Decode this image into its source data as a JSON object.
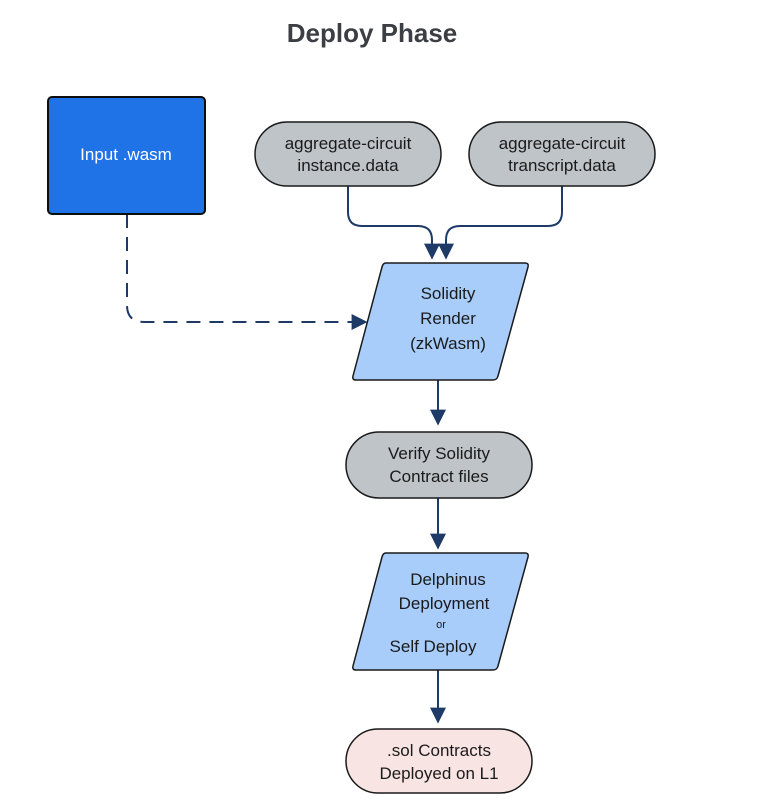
{
  "title": "Deploy Phase",
  "nodes": {
    "input_wasm": {
      "label": "Input .wasm"
    },
    "instance_data": {
      "line1": "aggregate-circuit",
      "line2": "instance.data"
    },
    "transcript_data": {
      "line1": "aggregate-circuit",
      "line2": "transcript.data"
    },
    "solidity_render": {
      "line1": "Solidity",
      "line2": "Render",
      "line3": "(zkWasm)"
    },
    "verify": {
      "line1": "Verify Solidity",
      "line2": "Contract files"
    },
    "deployment": {
      "line1": "Delphinus",
      "line2": "Deployment",
      "line3": "or",
      "line4": "Self Deploy"
    },
    "deployed": {
      "line1": ".sol Contracts",
      "line2": "Deployed on L1"
    }
  },
  "colors": {
    "input_fill": "#1f73e6",
    "grey_fill": "#bfc4c9",
    "blue_fill": "#a8cdfa",
    "pink_fill": "#f9e4e4",
    "connector": "#1e3a66"
  }
}
